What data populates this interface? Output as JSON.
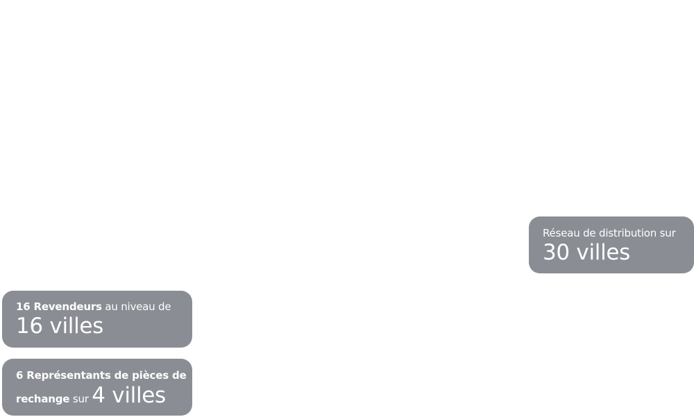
{
  "cards": {
    "network": {
      "line1": "Réseau de distribution sur",
      "big": "30 villes"
    },
    "dealers": {
      "strong": "16 Revendeurs",
      "rest": " au niveau de",
      "big": "16 villes"
    },
    "reps": {
      "strong_line1": "6 Représentants de pièces de",
      "strong_line2": "rechange",
      "rest": " sur ",
      "big": "4 villes"
    }
  },
  "colors": {
    "card_background": "#8a8d94",
    "card_text": "#ffffff",
    "page_background": "#ffffff"
  }
}
